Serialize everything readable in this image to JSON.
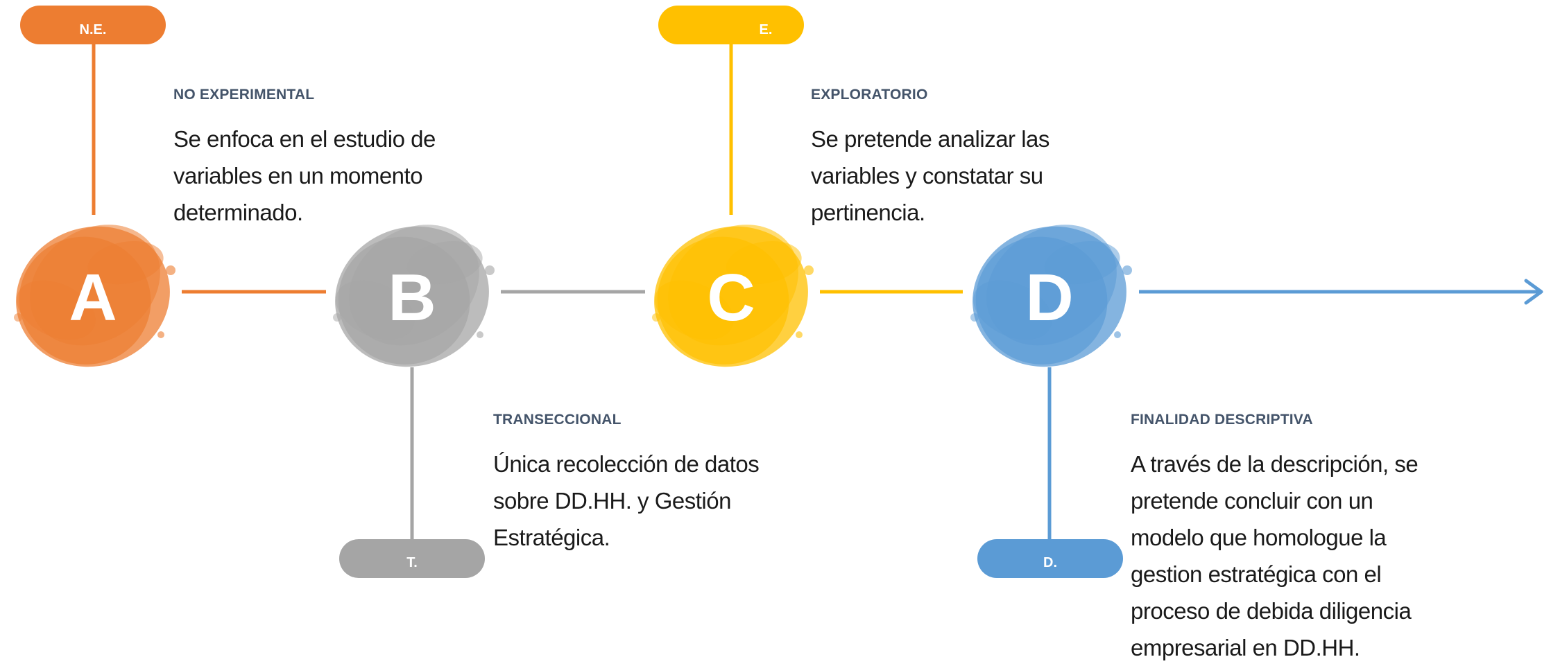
{
  "colors": {
    "a": "#ed7d31",
    "b": "#a5a5a5",
    "c": "#ffc000",
    "d": "#5b9bd5",
    "heading": "#44546a"
  },
  "steps": [
    {
      "letter": "A",
      "tag": "N.E.",
      "heading": "NO EXPERIMENTAL",
      "description": "Se enfoca en el estudio de variables en un momento determinado."
    },
    {
      "letter": "B",
      "tag": "T.",
      "heading": "TRANSECCIONAL",
      "description": "Única recolección de datos sobre DD.HH. y Gestión Estratégica."
    },
    {
      "letter": "C",
      "tag": "E.",
      "heading": "EXPLORATORIO",
      "description": "Se pretende analizar las variables y constatar su pertinencia."
    },
    {
      "letter": "D",
      "tag": "D.",
      "heading": "FINALIDAD DESCRIPTIVA",
      "description": "A través de la descripción, se pretende concluir con un modelo que homologue la gestion estratégica con el proceso de debida diligencia empresarial en DD.HH."
    }
  ]
}
